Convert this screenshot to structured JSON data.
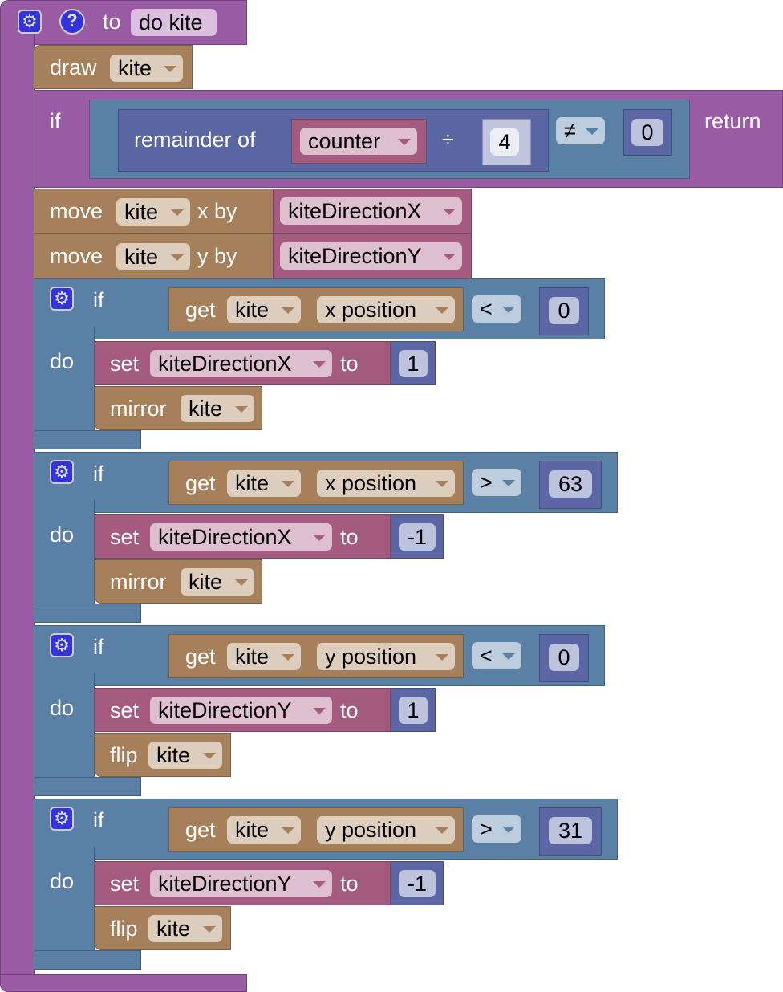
{
  "procedure": {
    "to_label": "to",
    "name": "do kite",
    "gear_icon": "gear-icon",
    "help_icon": "help-icon"
  },
  "draw": {
    "label": "draw",
    "sprite": "kite"
  },
  "return_if": {
    "if_label": "if",
    "remainder_label": "remainder of",
    "variable": "counter",
    "divide_symbol": "÷",
    "divisor": "4",
    "operator": "≠",
    "compare_value": "0",
    "return_label": "return"
  },
  "moves": [
    {
      "label": "move",
      "sprite": "kite",
      "axis_label": "x by",
      "variable": "kiteDirectionX"
    },
    {
      "label": "move",
      "sprite": "kite",
      "axis_label": "y by",
      "variable": "kiteDirectionY"
    }
  ],
  "if_blocks": [
    {
      "if_label": "if",
      "do_label": "do",
      "get_label": "get",
      "sprite": "kite",
      "property": "x position",
      "operator": "<",
      "value": "0",
      "set_label": "set",
      "variable": "kiteDirectionX",
      "to_label": "to",
      "set_value": "1",
      "action": "mirror",
      "action_sprite": "kite"
    },
    {
      "if_label": "if",
      "do_label": "do",
      "get_label": "get",
      "sprite": "kite",
      "property": "x position",
      "operator": ">",
      "value": "63",
      "set_label": "set",
      "variable": "kiteDirectionX",
      "to_label": "to",
      "set_value": "-1",
      "action": "mirror",
      "action_sprite": "kite"
    },
    {
      "if_label": "if",
      "do_label": "do",
      "get_label": "get",
      "sprite": "kite",
      "property": "y position",
      "operator": "<",
      "value": "0",
      "set_label": "set",
      "variable": "kiteDirectionY",
      "to_label": "to",
      "set_value": "1",
      "action": "flip",
      "action_sprite": "kite"
    },
    {
      "if_label": "if",
      "do_label": "do",
      "get_label": "get",
      "sprite": "kite",
      "property": "y position",
      "operator": ">",
      "value": "31",
      "set_label": "set",
      "variable": "kiteDirectionY",
      "to_label": "to",
      "set_value": "-1",
      "action": "flip",
      "action_sprite": "kite"
    }
  ]
}
